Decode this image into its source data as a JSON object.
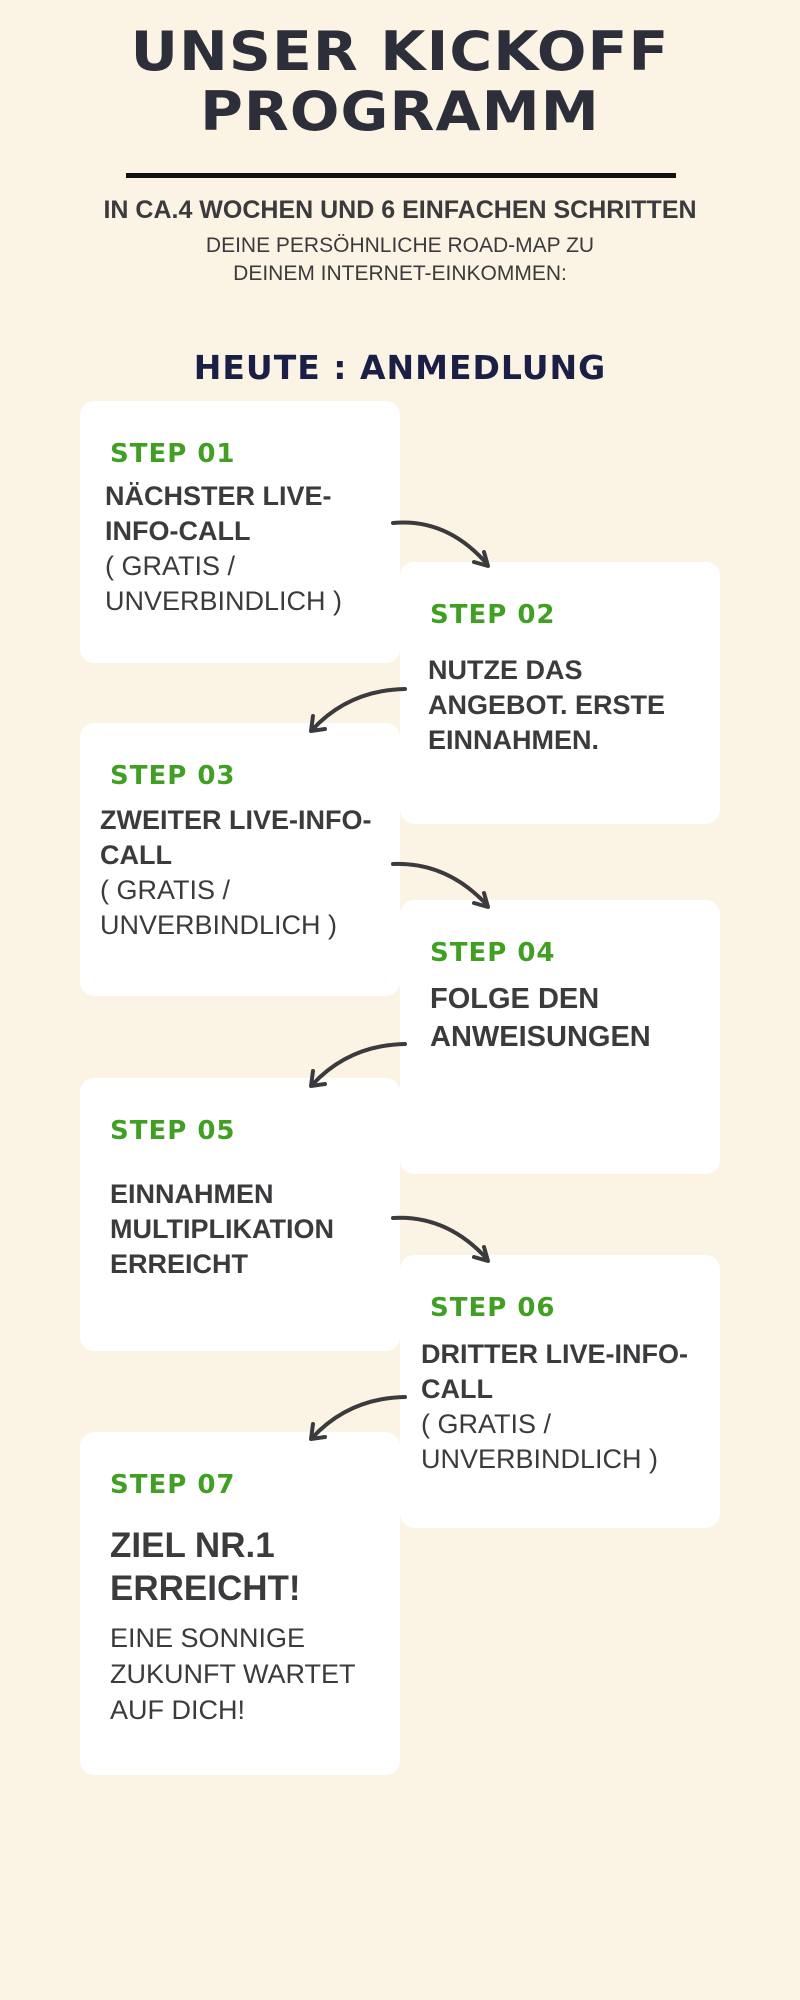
{
  "header": {
    "title_line1": "UNSER KICKOFF",
    "title_line2": "PROGRAMM",
    "subtitle": "IN CA.4 WOCHEN UND 6 EINFACHEN SCHRITTEN",
    "intro_line1": "DEINE PERSÖHNLICHE ROAD-MAP ZU",
    "intro_line2": "DEINEM INTERNET-EINKOMMEN:",
    "today": "HEUTE : ANMEDLUNG"
  },
  "colors": {
    "background": "#fbf3e4",
    "card": "#ffffff",
    "step_green": "#41a023",
    "title": "#2c2f3a",
    "today": "#1b1e45",
    "text": "#3b3b3d"
  },
  "steps": [
    {
      "label": "STEP 01",
      "line1": "NÄCHSTER LIVE-",
      "line2": "INFO-CALL",
      "line3": "( GRATIS /",
      "line4": "UNVERBINDLICH )"
    },
    {
      "label": "STEP 02",
      "line1": "NUTZE DAS",
      "line2": "ANGEBOT. ERSTE",
      "line3": "EINNAHMEN."
    },
    {
      "label": "STEP 03",
      "line1": "ZWEITER LIVE-INFO-",
      "line2": "CALL",
      "line3": "( GRATIS /",
      "line4": "UNVERBINDLICH )"
    },
    {
      "label": "STEP 04",
      "line1": "FOLGE DEN",
      "line2": "ANWEISUNGEN"
    },
    {
      "label": "STEP 05",
      "line1": "EINNAHMEN",
      "line2": "MULTIPLIKATION",
      "line3": "ERREICHT"
    },
    {
      "label": "STEP 06",
      "line1": "DRITTER LIVE-INFO-",
      "line2": "CALL",
      "line3": "( GRATIS /",
      "line4": "UNVERBINDLICH )"
    },
    {
      "label": "STEP 07",
      "line1": "ZIEL NR.1",
      "line2": "ERREICHT!",
      "line3": "EINE SONNIGE",
      "line4": "ZUKUNFT WARTET",
      "line5": "AUF DICH!"
    }
  ]
}
